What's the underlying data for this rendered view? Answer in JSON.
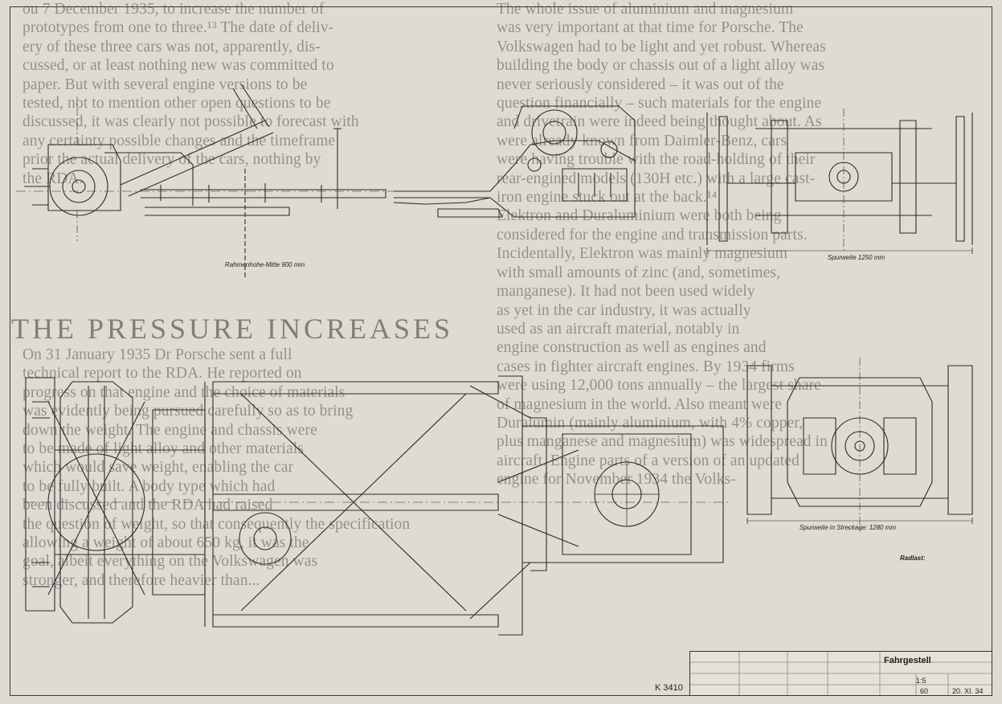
{
  "left_column_lines": [
    "ou 7 December 1935, to increase the number of",
    "prototypes from one to three.¹³ The date of deliv-",
    "ery of these three cars was not, apparently, dis-",
    "cussed, or at least nothing new was committed to",
    "paper. But with several engine versions to be",
    "tested, not to mention other open questions to be",
    "discussed, it was clearly not possible to forecast with",
    "any certainty possible changes and the timeframe",
    "prior the actual delivery of the cars, nothing by",
    "the RDA."
  ],
  "heading": "THE PRESSURE INCREASES",
  "left_column_lines_2": [
    "On 31 January 1935 Dr Porsche sent a full",
    "technical report to the RDA. He reported on",
    "progress on that engine and the choice of materials",
    "was evidently being pursued carefully so as to bring",
    "down the weight. The engine and chassis were",
    "to be made of light alloy and other materials",
    "which would save weight, enabling the car",
    "to be fully built. A body type which had",
    "been discussed and the RDA had raised",
    "the question of weight, so that consequently the specification",
    "allowing a weight of about 650 kg, it was the",
    "goal, albeit everything on the Volkswagen was",
    "stronger, and therefore heavier than..."
  ],
  "right_column_lines": [
    "The whole issue of aluminium and magnesium",
    "was very important at that time for Porsche. The",
    "Volkswagen had to be light and yet robust. Whereas",
    "building the body or chassis out of a light alloy was",
    "never seriously considered – it was out of the",
    "question financially – such materials for the engine",
    "and drivetrain were indeed being thought about. As",
    "were already known from Daimler-Benz, cars",
    "were having trouble with the road-holding of their",
    "rear-engined models (130H etc.) with a large cast-",
    "iron engine stuck out at the back.¹⁴",
    "Elektron and Duraluminium were both being",
    "considered for the engine and transmission parts.",
    "Incidentally, Elektron was mainly magnesium",
    "with small amounts of zinc (and, sometimes,",
    "manganese). It had not been used widely",
    "as yet in the car industry, it was actually",
    "used as an aircraft material, notably in",
    "engine construction as well as engines and",
    "cases in fighter aircraft engines. By 1934 firms",
    "were using 12,000 tons annually – the largest share",
    "of magnesium in the world. Also meant were",
    "Duralumin (mainly aluminium, with 4% copper,",
    "plus manganese and magnesium) was widespread in",
    "aircraft. Engine parts of a version of an updated",
    "engine for November 1934 the Volks-"
  ],
  "drawing": {
    "scale_label_top": "Rahmenhohe-Mitte 900 mm",
    "scale_label_right_top": "Spurweite 1250 mm",
    "scale_label_right_bottom": "Spurweite in Streckage: 1280 mm",
    "small_label_right": "Radlast:",
    "drawing_number": "K 3410"
  },
  "title_block": {
    "title": "Fahrgestell",
    "scale": "1:5",
    "date": "20. XI. 34",
    "sheet": "60"
  },
  "colors": {
    "paper": "#dedbd2",
    "ink": "#2a2a2a",
    "bleed_text": "rgba(40,40,40,0.42)"
  }
}
